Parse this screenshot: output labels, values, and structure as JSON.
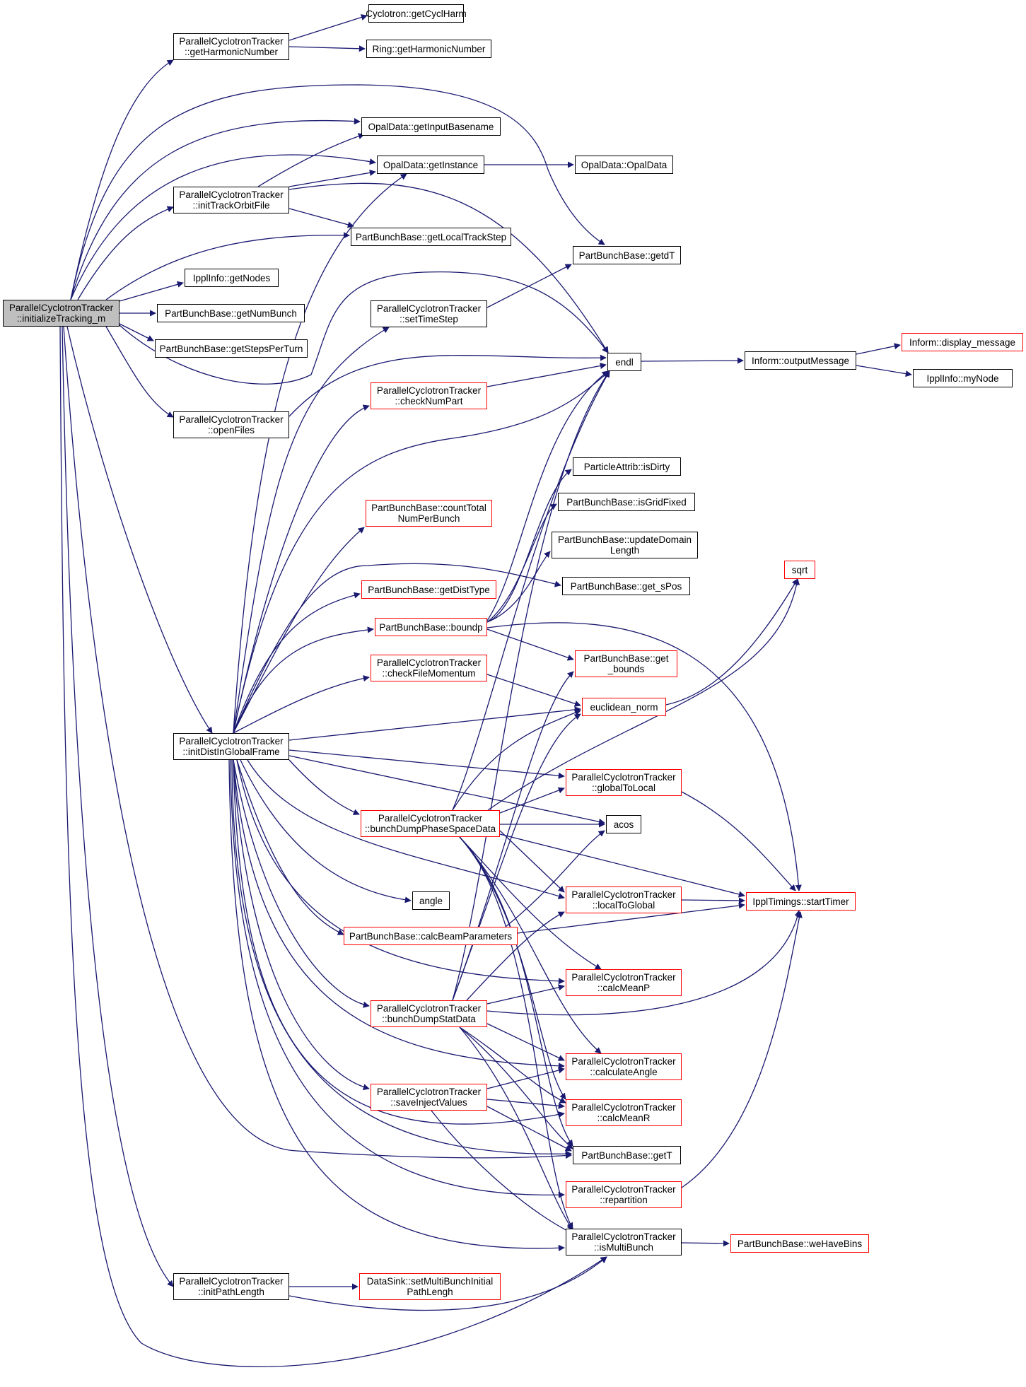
{
  "colors": {
    "edge": "#191970",
    "node_border": "#000000",
    "node_border_incomplete": "#ff0000",
    "root_fill": "#bfbfbf"
  },
  "nodes": {
    "initTracking": {
      "lines": [
        "ParallelCyclotronTracker",
        "::initializeTracking_m"
      ]
    },
    "getHarmonicNumber": {
      "lines": [
        "ParallelCyclotronTracker",
        "::getHarmonicNumber"
      ]
    },
    "getCyclHarm": {
      "lines": [
        "Cyclotron::getCyclHarm"
      ]
    },
    "ringHarm": {
      "lines": [
        "Ring::getHarmonicNumber"
      ]
    },
    "getInputBasename": {
      "lines": [
        "OpalData::getInputBasename"
      ]
    },
    "getInstance": {
      "lines": [
        "OpalData::getInstance"
      ]
    },
    "opalDataCtor": {
      "lines": [
        "OpalData::OpalData"
      ]
    },
    "initTrackOrbitFile": {
      "lines": [
        "ParallelCyclotronTracker",
        "::initTrackOrbitFile"
      ]
    },
    "getLocalTrackStep": {
      "lines": [
        "PartBunchBase::getLocalTrackStep"
      ]
    },
    "getdT": {
      "lines": [
        "PartBunchBase::getdT"
      ]
    },
    "getNodes": {
      "lines": [
        "IpplInfo::getNodes"
      ]
    },
    "getNumBunch": {
      "lines": [
        "PartBunchBase::getNumBunch"
      ]
    },
    "getStepsPerTurn": {
      "lines": [
        "PartBunchBase::getStepsPerTurn"
      ]
    },
    "setTimeStep": {
      "lines": [
        "ParallelCyclotronTracker",
        "::setTimeStep"
      ]
    },
    "endl": {
      "lines": [
        "endl"
      ]
    },
    "outputMessage": {
      "lines": [
        "Inform::outputMessage"
      ]
    },
    "displayMessage": {
      "lines": [
        "Inform::display_message"
      ]
    },
    "myNode": {
      "lines": [
        "IpplInfo::myNode"
      ]
    },
    "checkNumPart": {
      "lines": [
        "ParallelCyclotronTracker",
        "::checkNumPart"
      ]
    },
    "openFiles": {
      "lines": [
        "ParallelCyclotronTracker",
        "::openFiles"
      ]
    },
    "isDirty": {
      "lines": [
        "ParticleAttrib::isDirty"
      ]
    },
    "isGridFixed": {
      "lines": [
        "PartBunchBase::isGridFixed"
      ]
    },
    "countTotal": {
      "lines": [
        "PartBunchBase::countTotal",
        "NumPerBunch"
      ]
    },
    "updateDomain": {
      "lines": [
        "PartBunchBase::updateDomain",
        "Length"
      ]
    },
    "sqrt": {
      "lines": [
        "sqrt"
      ]
    },
    "getSPos": {
      "lines": [
        "PartBunchBase::get_sPos"
      ]
    },
    "getDistType": {
      "lines": [
        "PartBunchBase::getDistType"
      ]
    },
    "boundp": {
      "lines": [
        "PartBunchBase::boundp"
      ]
    },
    "getBounds": {
      "lines": [
        "PartBunchBase::get",
        "_bounds"
      ]
    },
    "checkFileMomentum": {
      "lines": [
        "ParallelCyclotronTracker",
        "::checkFileMomentum"
      ]
    },
    "euclideanNorm": {
      "lines": [
        "euclidean_norm"
      ]
    },
    "initDist": {
      "lines": [
        "ParallelCyclotronTracker",
        "::initDistInGlobalFrame"
      ]
    },
    "globalToLocal": {
      "lines": [
        "ParallelCyclotronTracker",
        "::globalToLocal"
      ]
    },
    "bunchDumpPhase": {
      "lines": [
        "ParallelCyclotronTracker",
        "::bunchDumpPhaseSpaceData"
      ]
    },
    "acos": {
      "lines": [
        "acos"
      ]
    },
    "localToGlobal": {
      "lines": [
        "ParallelCyclotronTracker",
        "::localToGlobal"
      ]
    },
    "startTimer": {
      "lines": [
        "IpplTimings::startTimer"
      ]
    },
    "angle": {
      "lines": [
        "angle"
      ]
    },
    "calcBeamParameters": {
      "lines": [
        "PartBunchBase::calcBeamParameters"
      ]
    },
    "calcMeanP": {
      "lines": [
        "ParallelCyclotronTracker",
        "::calcMeanP"
      ]
    },
    "bunchDumpStat": {
      "lines": [
        "ParallelCyclotronTracker",
        "::bunchDumpStatData"
      ]
    },
    "calculateAngle": {
      "lines": [
        "ParallelCyclotronTracker",
        "::calculateAngle"
      ]
    },
    "saveInject": {
      "lines": [
        "ParallelCyclotronTracker",
        "::saveInjectValues"
      ]
    },
    "calcMeanR": {
      "lines": [
        "ParallelCyclotronTracker",
        "::calcMeanR"
      ]
    },
    "getT": {
      "lines": [
        "PartBunchBase::getT"
      ]
    },
    "repartition": {
      "lines": [
        "ParallelCyclotronTracker",
        "::repartition"
      ]
    },
    "isMultiBunch": {
      "lines": [
        "ParallelCyclotronTracker",
        "::isMultiBunch"
      ]
    },
    "weHaveBins": {
      "lines": [
        "PartBunchBase::weHaveBins"
      ]
    },
    "initPathLength": {
      "lines": [
        "ParallelCyclotronTracker",
        "::initPathLength"
      ]
    },
    "setMultiBunch": {
      "lines": [
        "DataSink::setMultiBunchInitial",
        "PathLengh"
      ]
    }
  }
}
